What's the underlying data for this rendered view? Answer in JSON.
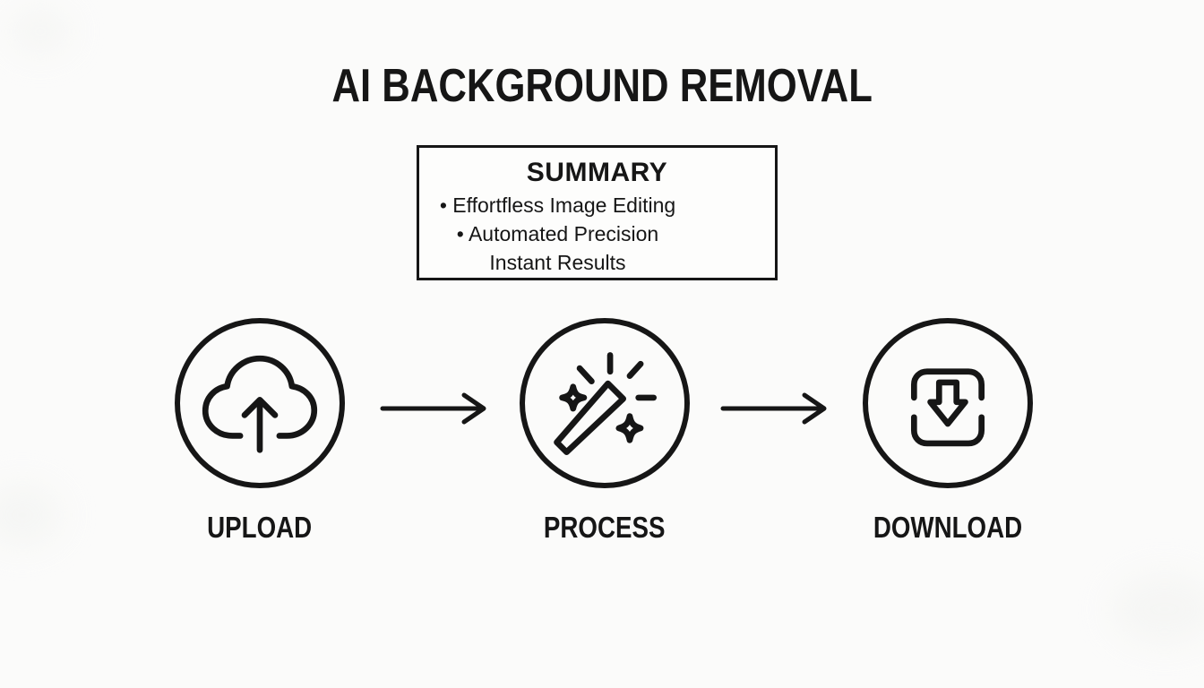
{
  "title": "AI BACKGROUND REMOVAL",
  "summary": {
    "heading": "SUMMARY",
    "items": [
      "• Effortfless Image Editing",
      "• Automated Precision",
      "Instant Results"
    ]
  },
  "steps": [
    {
      "label": "UPLOAD",
      "icon": "cloud-upload-icon"
    },
    {
      "label": "PROCESS",
      "icon": "magic-wand-icon"
    },
    {
      "label": "DOWNLOAD",
      "icon": "download-tray-icon"
    }
  ],
  "colors": {
    "ink": "#161616",
    "background": "#fbfbfa"
  }
}
